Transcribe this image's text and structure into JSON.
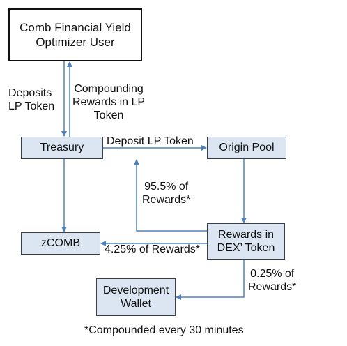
{
  "nodes": {
    "user": "Comb Financial Yield\nOptimizer User",
    "treasury": "Treasury",
    "origin_pool": "Origin Pool",
    "zcomb": "zCOMB",
    "rewards_dex": "Rewards in\nDEX’ Token",
    "development_wallet": "Development\nWallet"
  },
  "edges": {
    "deposits_lp_token": "Deposits\nLP Token",
    "compounding_rewards": "Compounding\nRewards in LP\nToken",
    "deposit_lp_token": "Deposit LP Token",
    "rewards_95_5": "95.5% of\nRewards*",
    "rewards_4_25": "4.25% of Rewards*",
    "rewards_0_25": "0.25% of\nRewards*"
  },
  "footnote": "*Compounded every 30 minutes",
  "colors": {
    "box_fill": "#dce6f2",
    "arrow": "#4f81bd",
    "border": "#3a3f47"
  }
}
